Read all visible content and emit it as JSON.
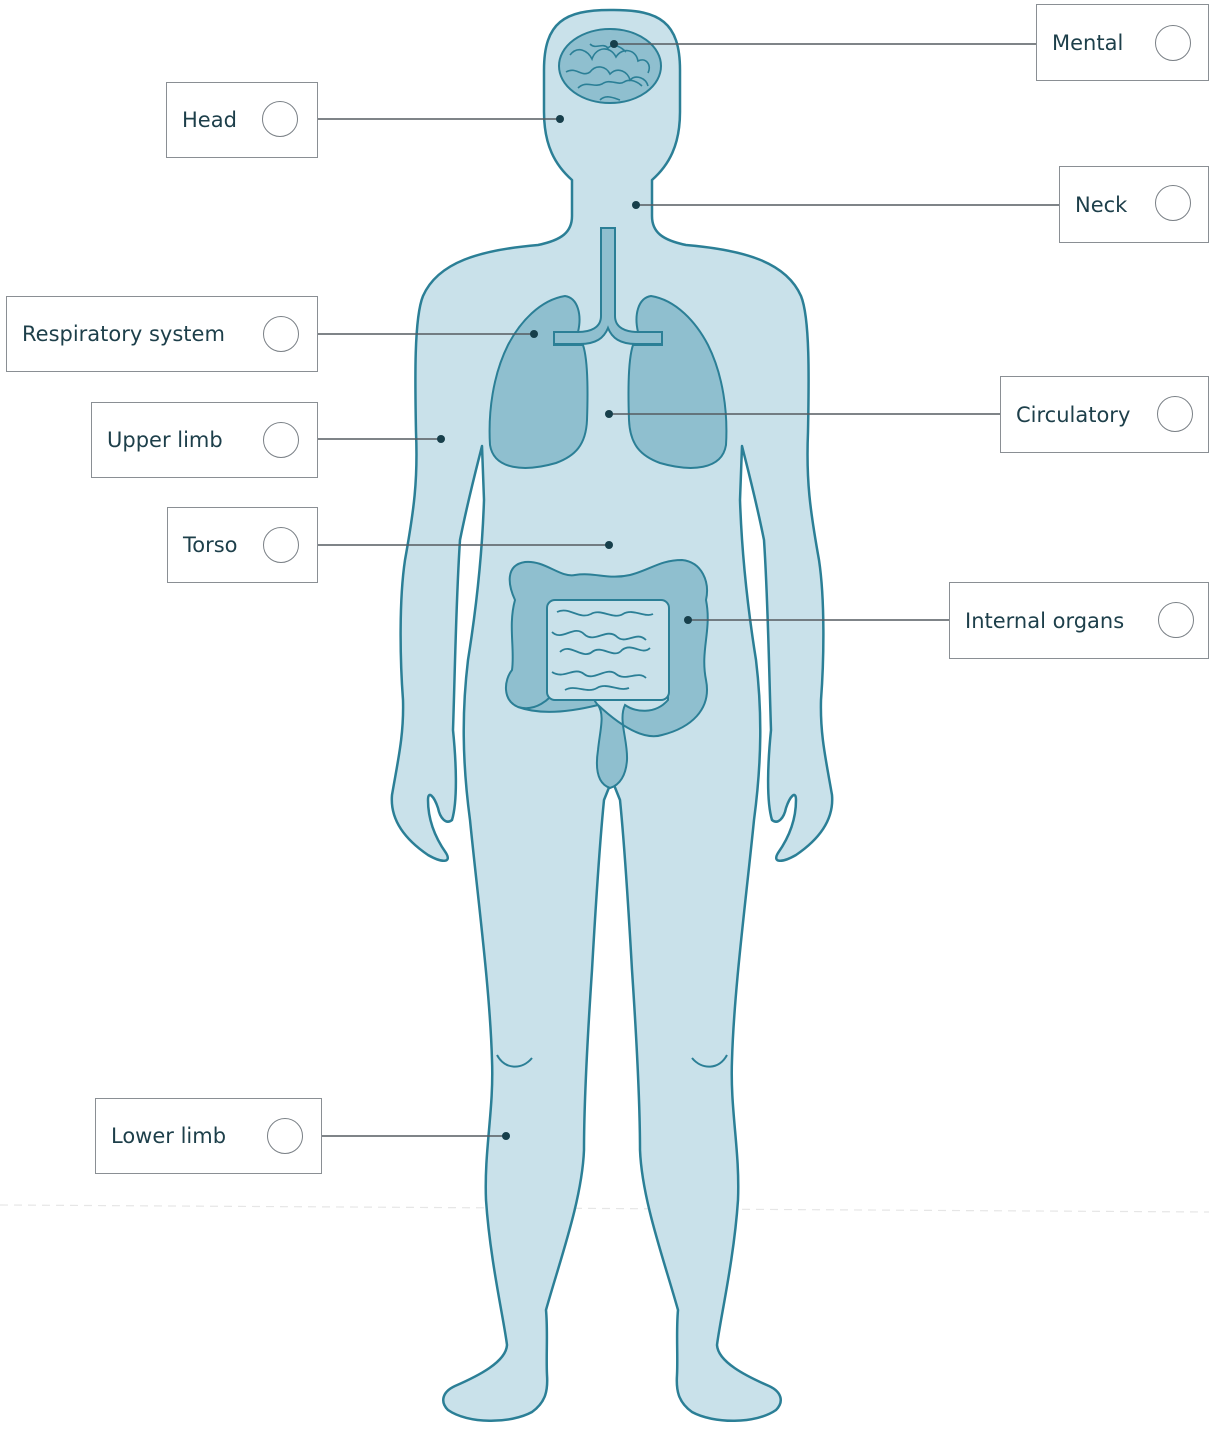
{
  "colors": {
    "body_fill": "#c9e1ea",
    "body_outline": "#2b7f96",
    "organ_fill": "#8fbfcf",
    "organ_dark": "#5f9fb5",
    "leader_line": "#555b60",
    "dot": "#173f4b",
    "text": "#1d3f4a"
  },
  "labels": {
    "head": "Head",
    "respiratory": "Respiratory system",
    "upper_limb": "Upper limb",
    "torso": "Torso",
    "lower_limb": "Lower limb",
    "mental": "Mental",
    "neck": "Neck",
    "circulatory": "Circulatory",
    "internal_organs": "Internal organs"
  },
  "checkbox_states": {
    "head": false,
    "respiratory": false,
    "upper_limb": false,
    "torso": false,
    "lower_limb": false,
    "mental": false,
    "neck": false,
    "circulatory": false,
    "internal_organs": false
  }
}
